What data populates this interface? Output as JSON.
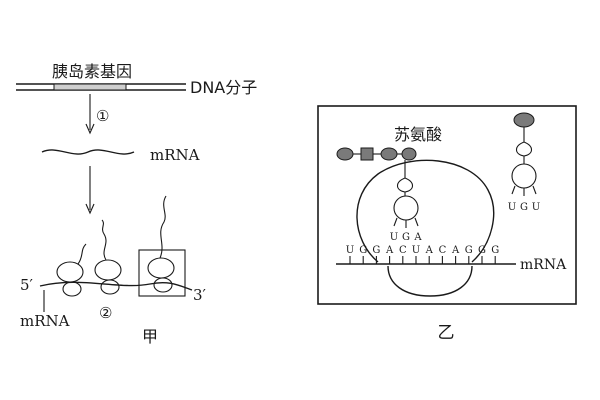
{
  "left": {
    "gene_label": "胰岛素基因",
    "dna_label": "DNA分子",
    "step1": "①",
    "mrna_label": "mRNA",
    "five_prime": "5′",
    "three_prime": "3′",
    "step2": "②",
    "mrna_bottom_label": "mRNA",
    "panel_label": "甲"
  },
  "right": {
    "amino_acid_label": "苏氨酸",
    "anticodon_1": [
      "U",
      "G",
      "A"
    ],
    "anticodon_2": [
      "U",
      "G",
      "U"
    ],
    "mrna_sequence": [
      "U",
      "G",
      "G",
      "A",
      "C",
      "U",
      "A",
      "C",
      "A",
      "G",
      "G",
      "G"
    ],
    "mrna_label": "mRNA",
    "panel_label": "乙"
  }
}
